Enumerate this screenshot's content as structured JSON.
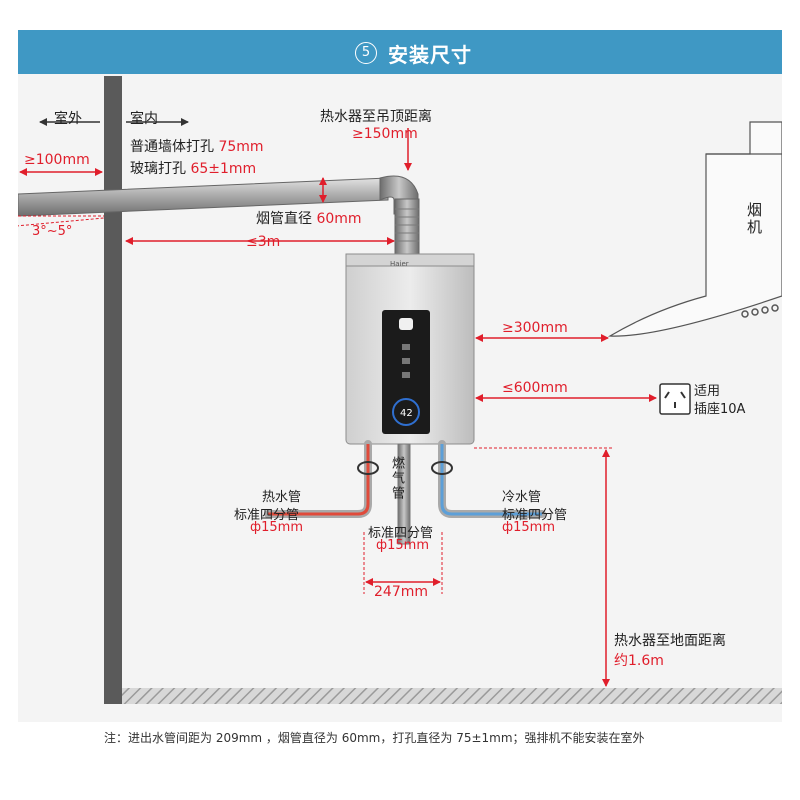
{
  "section": {
    "number": "5",
    "title": "安装尺寸"
  },
  "labels": {
    "outdoor": "室外",
    "indoor": "室内",
    "wall_hole_label": "普通墙体打孔",
    "wall_hole_value": "75mm",
    "glass_hole_label": "玻璃打孔",
    "glass_hole_value": "65±1mm",
    "outside_extension": "≥100mm",
    "slope_angle": "3°~5°",
    "ceiling_label": "热水器至吊顶距离",
    "ceiling_value": "≥150mm",
    "flue_label": "烟管直径",
    "flue_value": "60mm",
    "flue_length": "≤3m",
    "hood_distance": "≥300mm",
    "range_hood": "烟机",
    "socket_distance": "≤600mm",
    "socket_label_1": "适用",
    "socket_label_2": "插座10A",
    "hot_pipe": "热水管",
    "hot_pipe_std": "标准四分管",
    "hot_pipe_dia": "ф15mm",
    "gas_pipe": "燃气管",
    "gas_pipe_std": "标准四分管",
    "gas_pipe_dia": "ф15mm",
    "cold_pipe": "冷水管",
    "cold_pipe_std": "标准四分管",
    "cold_pipe_dia": "ф15mm",
    "pipe_spacing": "247mm",
    "floor_label": "热水器至地面距离",
    "floor_value": "约1.6m",
    "brand": "Haier",
    "panel_temp": "42"
  },
  "footnote": "注：进出水管间距为 209mm ，烟管直径为 60mm，打孔直径为 75±1mm；强排机不能安装在室外",
  "colors": {
    "banner": "#3f98c4",
    "dimension": "#e01e2b",
    "hot": "#e04a3a",
    "cold": "#5c9fd8",
    "wall": "#555555"
  }
}
